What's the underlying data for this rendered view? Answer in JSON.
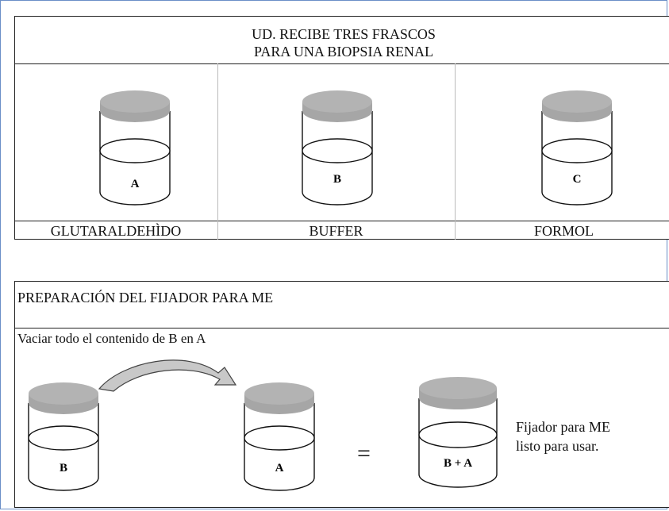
{
  "top_table": {
    "header_line1": "UD. RECIBE TRES FRASCOS",
    "header_line2": "PARA UNA BIOPSIA RENAL",
    "jars": [
      {
        "letter": "A",
        "name": "GLUTARALDEHÌDO"
      },
      {
        "letter": "B",
        "name": "BUFFER"
      },
      {
        "letter": "C",
        "name": "FORMOL"
      }
    ]
  },
  "bottom_table": {
    "title": "PREPARACIÓN DEL FIJADOR PARA ME",
    "instruction": "Vaciar todo el contenido de B en A",
    "jar_source": "B",
    "jar_target": "A",
    "equals": "=",
    "jar_result": "B + A",
    "result_line1": "Fijador para ME",
    "result_line2": "listo para usar."
  },
  "colors": {
    "lid": "#a6a6a6",
    "frame_border": "#6a8fc7",
    "arrow_fill": "#c8c8c8"
  }
}
